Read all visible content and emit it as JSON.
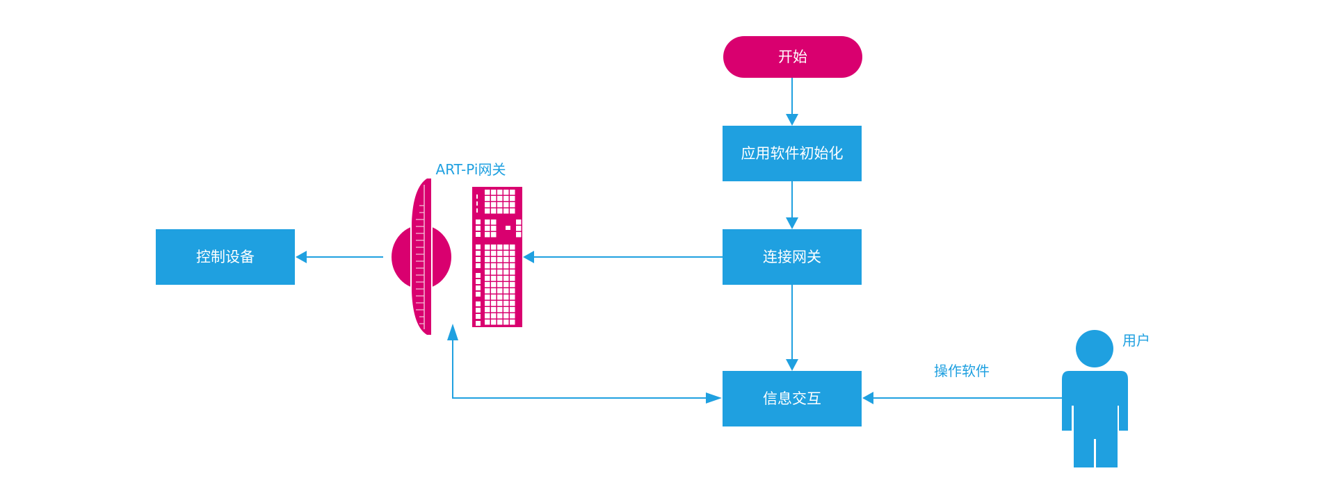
{
  "colors": {
    "accent_magenta": "#D9006F",
    "accent_blue": "#1FA0E0",
    "background": "#FFFFFF",
    "node_text": "#FFFFFF"
  },
  "nodes": {
    "start": {
      "label": "开始",
      "shape": "pill",
      "color": "#D9006F"
    },
    "init": {
      "label": "应用软件初始化",
      "shape": "rect",
      "color": "#1FA0E0"
    },
    "connect": {
      "label": "连接网关",
      "shape": "rect",
      "color": "#1FA0E0"
    },
    "interact": {
      "label": "信息交互",
      "shape": "rect",
      "color": "#1FA0E0"
    },
    "control": {
      "label": "控制设备",
      "shape": "rect",
      "color": "#1FA0E0"
    }
  },
  "gateway": {
    "label": "ART-Pi网关",
    "icon": "gateway-device-icon"
  },
  "user": {
    "label": "用户",
    "icon": "person-icon"
  },
  "edges": [
    {
      "from": "start",
      "to": "init",
      "label": ""
    },
    {
      "from": "init",
      "to": "connect",
      "label": ""
    },
    {
      "from": "connect",
      "to": "gateway",
      "label": ""
    },
    {
      "from": "gateway",
      "to": "control",
      "label": ""
    },
    {
      "from": "connect",
      "to": "interact",
      "label": ""
    },
    {
      "from": "interact",
      "to": "gateway",
      "label": "",
      "bidirectional": true
    },
    {
      "from": "user",
      "to": "interact",
      "label": "操作软件"
    }
  ],
  "edge_labels": {
    "user_to_interact": "操作软件"
  }
}
